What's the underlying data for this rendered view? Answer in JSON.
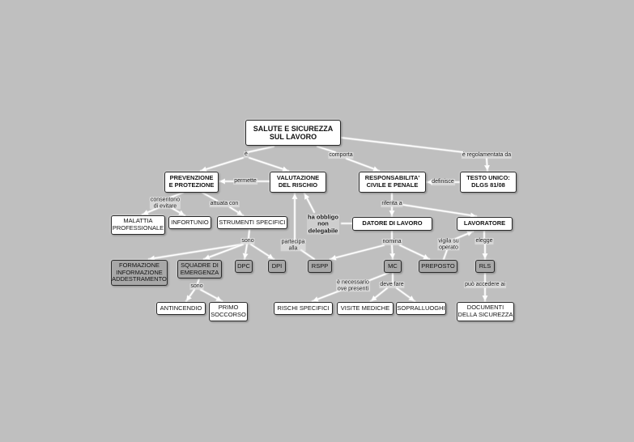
{
  "colors": {
    "background": "#bfbfbf",
    "node_fill": "#ffffff",
    "node_fill_highlight": "#a8a8a8",
    "border": "#2a2a2a",
    "link": "#ffffff"
  },
  "nodes": {
    "root": "SALUTE E SICUREZZA\nSUL LAVORO",
    "prevenzione": "PREVENZIONE\nE PROTEZIONE",
    "valutazione": "VALUTAZIONE\nDEL RISCHIO",
    "responsabilita": "RESPONSABILITA'\nCIVILE E PENALE",
    "testo_unico": "TESTO UNICO:\nDLGS 81/08",
    "malattia": "MALATTIA\nPROFESSIONALE",
    "infortunio": "INFORTUNIO",
    "strumenti": "STRUMENTI SPECIFICI",
    "datore": "DATORE DI LAVORO",
    "lavoratore": "LAVORATORE",
    "formazione": "FORMAZIONE\nINFORMAZIONE\nADDESTRAMENTO",
    "squadre": "SQUADRE DI\nEMERGENZA",
    "dpc": "DPC",
    "dpi": "DPI",
    "rspp": "RSPP",
    "mc": "MC",
    "preposto": "PREPOSTO",
    "rls": "RLS",
    "antincendio": "ANTINCENDIO",
    "primo_soccorso": "PRIMO\nSOCCORSO",
    "rischi": "RISCHI SPECIFICI",
    "visite": "VISITE MEDICHE",
    "sopralluoghi": "SOPRALLUOGHI",
    "documenti": "DOCUMENTI\nDELLA SICUREZZA"
  },
  "links": {
    "e": "è",
    "comporta": "comporta",
    "regolamentata": "è regolamentata da",
    "permette": "permette",
    "definisce": "definisce",
    "consentono": "consentono\ndi evitare",
    "attuata": "attuata con",
    "riferita": "riferita a",
    "obbligo": "ha obbligo\nnon\ndelegabile",
    "sono_strumenti": "sono",
    "nomina": "nomina",
    "vigila": "vigila su\noperato",
    "elegge": "elegge",
    "partecipa": "partecipa\nalla",
    "sono_squadre": "sono",
    "necessario": "è necessario\nove presenti",
    "deve": "deve fare",
    "puo": "può accedere ai"
  }
}
